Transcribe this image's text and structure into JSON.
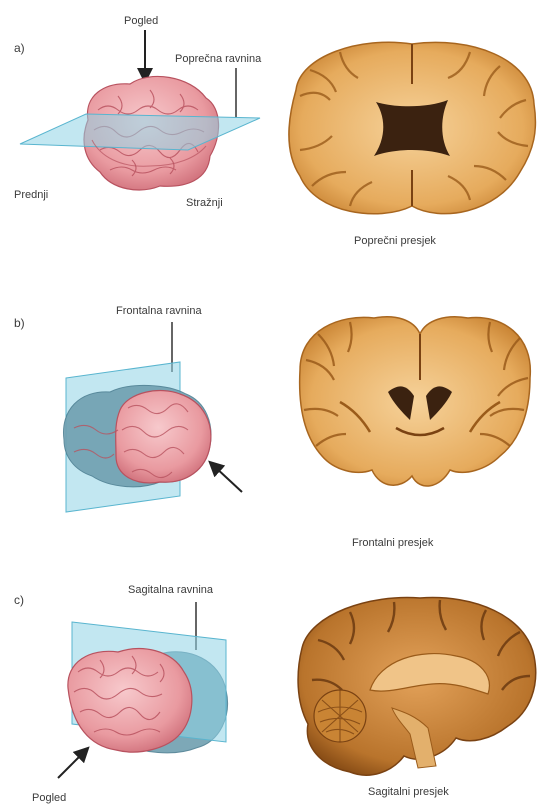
{
  "panels": [
    {
      "letter": "a)",
      "view_label": "Pogled",
      "plane_label": "Poprečna ravnina",
      "front_label": "Prednji",
      "back_label": "Stražnji",
      "section_label": "Poprečni presjek"
    },
    {
      "letter": "b)",
      "plane_label": "Frontalna ravnina",
      "section_label": "Frontalni presjek"
    },
    {
      "letter": "c)",
      "plane_label": "Sagitalna ravnina",
      "view_label": "Pogled",
      "section_label": "Sagitalni presjek"
    }
  ],
  "colors": {
    "brain_pink": "#e99aa0",
    "brain_outline": "#b8525f",
    "plane_blue": "#8fd3e6",
    "section_tan": "#e4ac5f",
    "section_dark": "#9a5b1a",
    "ventricle": "#3b2210"
  }
}
